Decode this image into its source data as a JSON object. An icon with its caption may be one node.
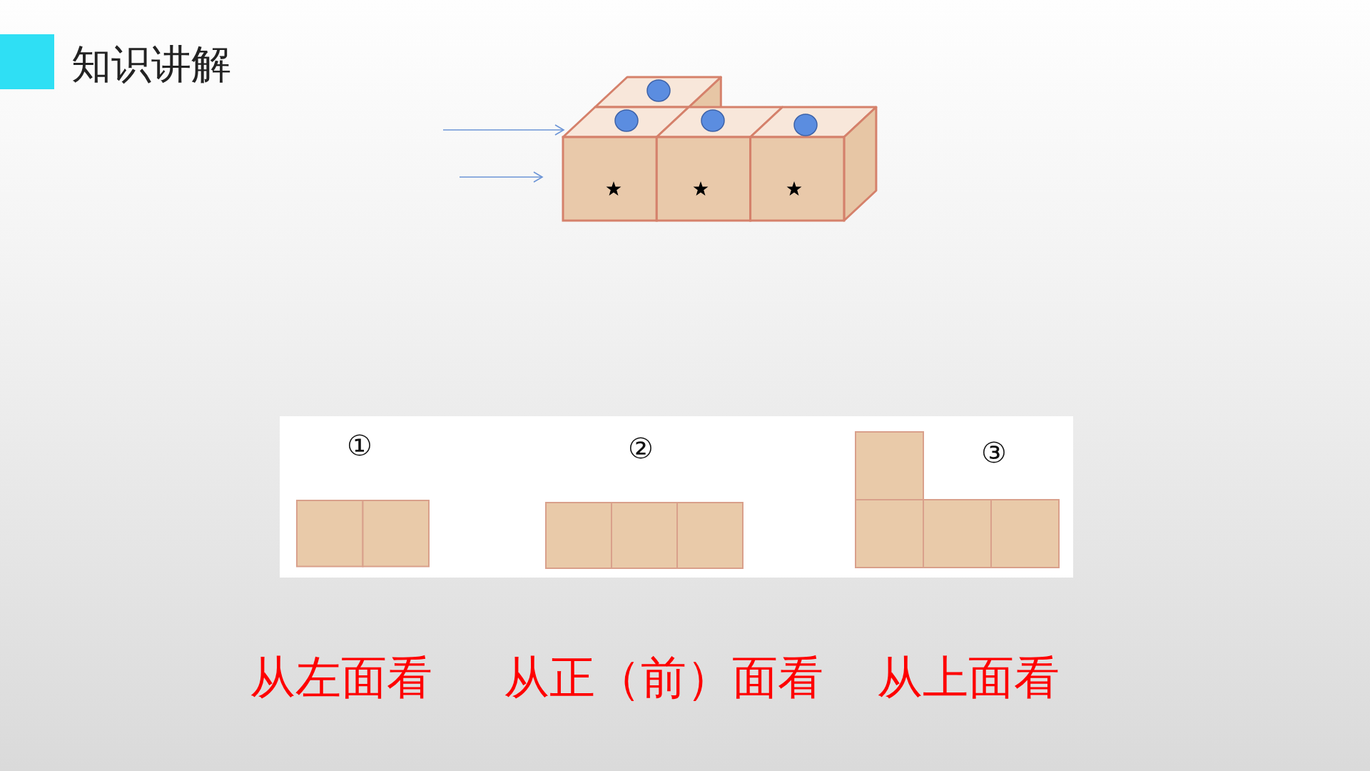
{
  "diagram": {
    "title": "知识讲解",
    "labels": [
      "①",
      "②",
      "③",
      "从左面看",
      "从正（前）面看",
      "从上面看"
    ]
  }
}
